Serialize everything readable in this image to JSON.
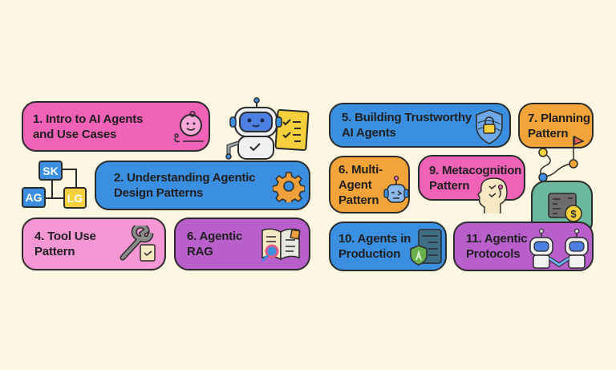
{
  "colors": {
    "background": "#fdf6e3",
    "pink": "#f062b8",
    "light_pink": "#f497d4",
    "blue": "#3b8fe0",
    "purple": "#b85fcc",
    "orange": "#f2a33a",
    "teal": "#6bb89e",
    "yellow": "#f5cf3c"
  },
  "cards": [
    {
      "id": "1",
      "label": "1. Intro to AI Agents\nand Use Cases",
      "icon": "baby-face-icon"
    },
    {
      "id": "2",
      "label": "2. Understanding Agentic\nDesign Patterns",
      "icon": "gear-icon"
    },
    {
      "id": "4",
      "label": "4. Tool Use\nPattern",
      "icon": "wrench-checklist-icon"
    },
    {
      "id": "6r",
      "label": "6. Agentic\nRAG",
      "icon": "book-magnifier-icon"
    },
    {
      "id": "5",
      "label": "5. Building Trustworthy\nAI Agents",
      "icon": "shield-lock-icon"
    },
    {
      "id": "7",
      "label": "7. Planning\nPattern",
      "icon": "flag-path-icon"
    },
    {
      "id": "6m",
      "label": "6. Multi-\nAgent\nPattern",
      "icon": "robot-head-icon"
    },
    {
      "id": "9",
      "label": "9. Metacognition\nPattern",
      "icon": "head-thinking-icon"
    },
    {
      "id": "10",
      "label": "10. Agents in\nProduction",
      "icon": "server-shield-icon"
    },
    {
      "id": "11",
      "label": "11. Agentic\nProtocols",
      "icon": "robots-handshake-icon"
    }
  ],
  "frameworks": {
    "sk": "SK",
    "ag": "AG",
    "lg": "LG"
  },
  "money_symbol": "$"
}
